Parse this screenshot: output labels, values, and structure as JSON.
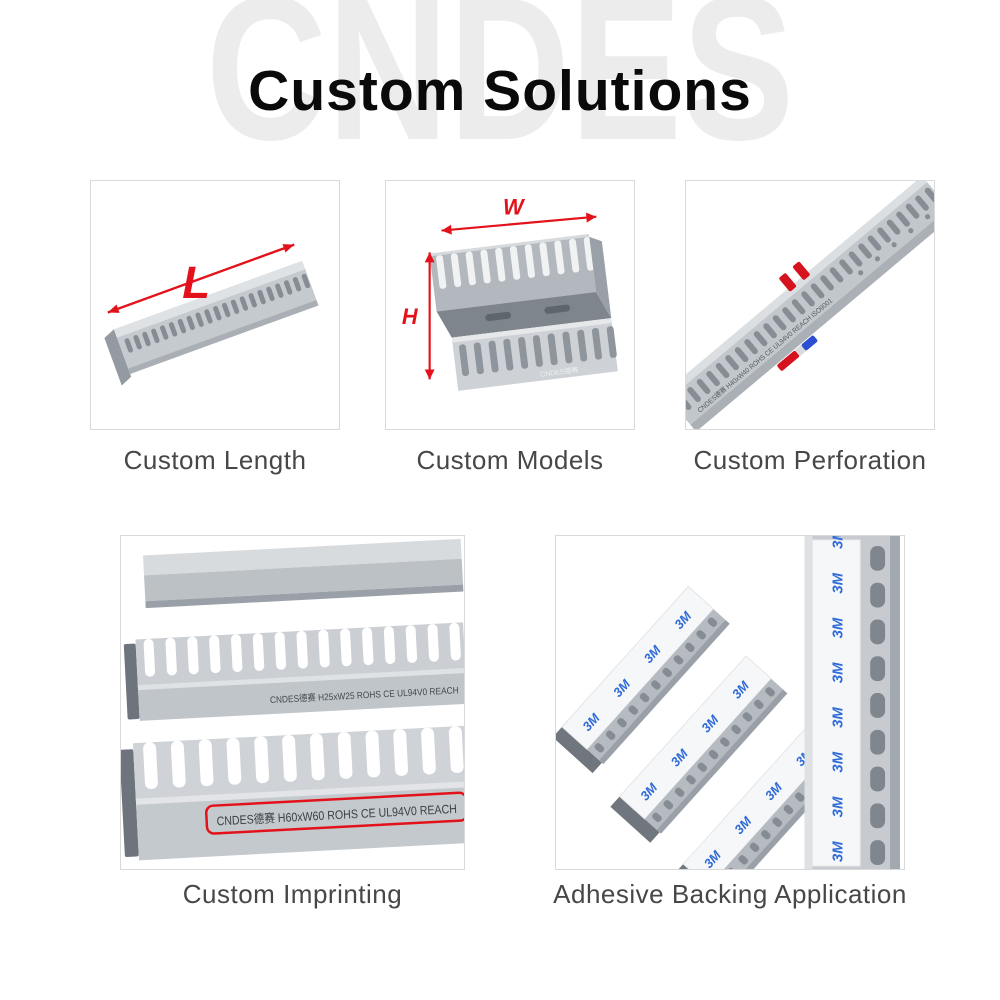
{
  "header": {
    "watermark": "CNDES",
    "title": "Custom Solutions"
  },
  "cards": [
    {
      "id": "custom-length",
      "caption": "Custom Length",
      "dimension_label": "L"
    },
    {
      "id": "custom-models",
      "caption": "Custom Models",
      "width_label": "W",
      "height_label": "H",
      "imprint": "CNDES德赛"
    },
    {
      "id": "custom-perforation",
      "caption": "Custom Perforation",
      "imprint": "CNDES德赛 H40xW40 ROHS CE UL94V0 REACH ISO9001"
    },
    {
      "id": "custom-imprinting",
      "caption": "Custom Imprinting",
      "imprint_small": "CNDES德赛 H25xW25 ROHS CE UL94V0 REACH",
      "imprint_main": "CNDES德赛 H60xW60 ROHS CE UL94V0 REACH"
    },
    {
      "id": "adhesive-backing",
      "caption": "Adhesive Backing Application",
      "brand": "3M"
    }
  ],
  "colors": {
    "accent_red": "#e3121a",
    "brand_blue": "#2f6bd8",
    "duct_gray": "#c6cacf",
    "watermark_gray": "#ececec",
    "caption_gray": "#474747"
  }
}
